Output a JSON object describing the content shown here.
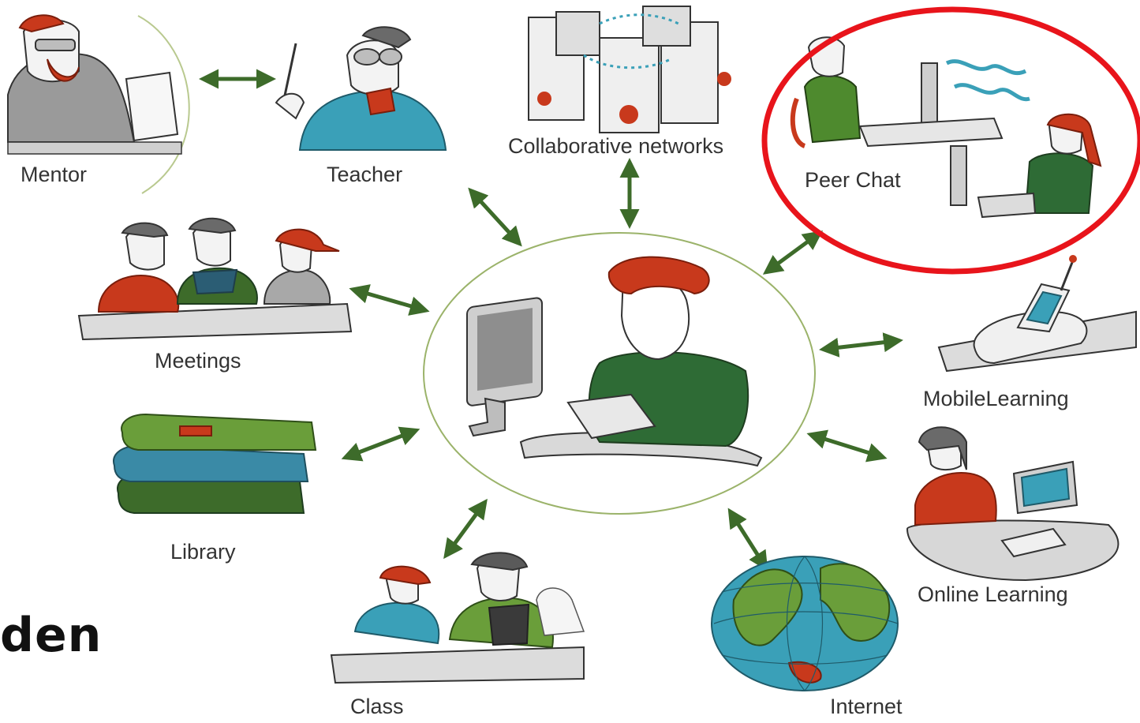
{
  "diagram": {
    "center_node": "",
    "nodes": [
      {
        "id": "mentor",
        "label": "Mentor"
      },
      {
        "id": "teacher",
        "label": "Teacher"
      },
      {
        "id": "collaborative-networks",
        "label": "Collaborative networks"
      },
      {
        "id": "peer-chat",
        "label": "Peer Chat",
        "highlighted": true
      },
      {
        "id": "meetings",
        "label": "Meetings"
      },
      {
        "id": "mobile-learning",
        "label": "MobileLearning"
      },
      {
        "id": "library",
        "label": "Library"
      },
      {
        "id": "online-learning",
        "label": "Online Learning"
      },
      {
        "id": "class",
        "label": "Class"
      },
      {
        "id": "internet",
        "label": "Internet"
      }
    ],
    "edges": [
      {
        "from": "mentor",
        "to": "teacher",
        "bidirectional": true
      },
      {
        "from": "center",
        "to": "teacher",
        "bidirectional": true
      },
      {
        "from": "center",
        "to": "collaborative-networks",
        "bidirectional": true
      },
      {
        "from": "center",
        "to": "peer-chat",
        "bidirectional": true
      },
      {
        "from": "center",
        "to": "meetings",
        "bidirectional": true
      },
      {
        "from": "center",
        "to": "mobile-learning",
        "bidirectional": true
      },
      {
        "from": "center",
        "to": "library",
        "bidirectional": true
      },
      {
        "from": "center",
        "to": "online-learning",
        "bidirectional": true
      },
      {
        "from": "center",
        "to": "class",
        "bidirectional": true
      },
      {
        "from": "center",
        "to": "internet",
        "bidirectional": true
      }
    ],
    "highlight_color": "#e8141b",
    "arrow_color": "#3d6b2a",
    "accent_green": "#4e8a2e",
    "accent_red": "#c8391c",
    "accent_blue": "#3aa0b8"
  },
  "overlay_text": "den"
}
